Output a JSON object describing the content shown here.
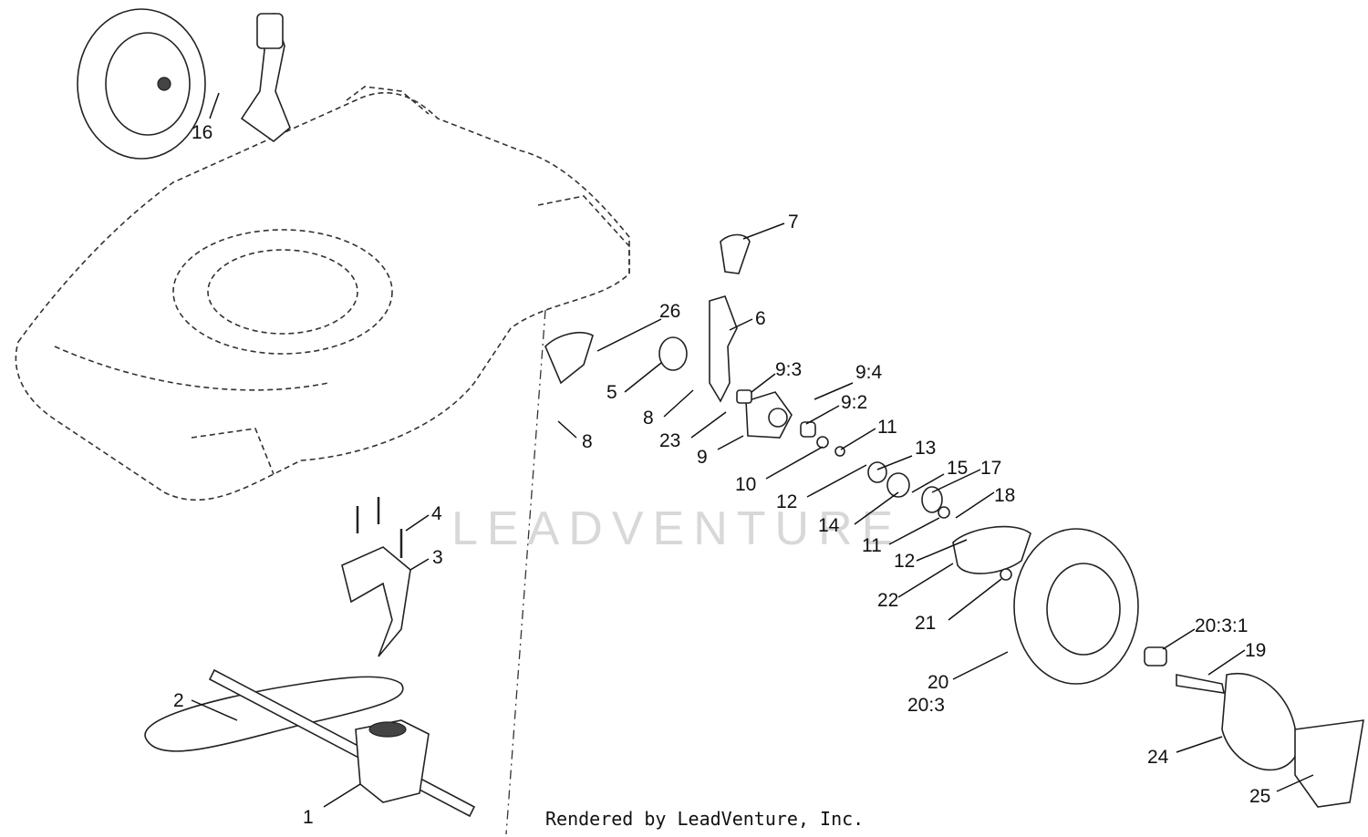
{
  "watermark": "LEADVENTURE",
  "credit": "Rendered by LeadVenture, Inc.",
  "callouts": {
    "c1": "1",
    "c2": "2",
    "c3": "3",
    "c4": "4",
    "c5": "5",
    "c6": "6",
    "c7": "7",
    "c8a": "8",
    "c8b": "8",
    "c9": "9",
    "c9_2": "9:2",
    "c9_3": "9:3",
    "c9_4": "9:4",
    "c10": "10",
    "c11a": "11",
    "c11b": "11",
    "c12a": "12",
    "c12b": "12",
    "c13": "13",
    "c14": "14",
    "c15": "15",
    "c16": "16",
    "c17": "17",
    "c18": "18",
    "c19": "19",
    "c20": "20",
    "c20_3": "20:3",
    "c20_3_1": "20:3:1",
    "c21": "21",
    "c22": "22",
    "c23": "23",
    "c24": "24",
    "c25": "25",
    "c26": "26"
  }
}
